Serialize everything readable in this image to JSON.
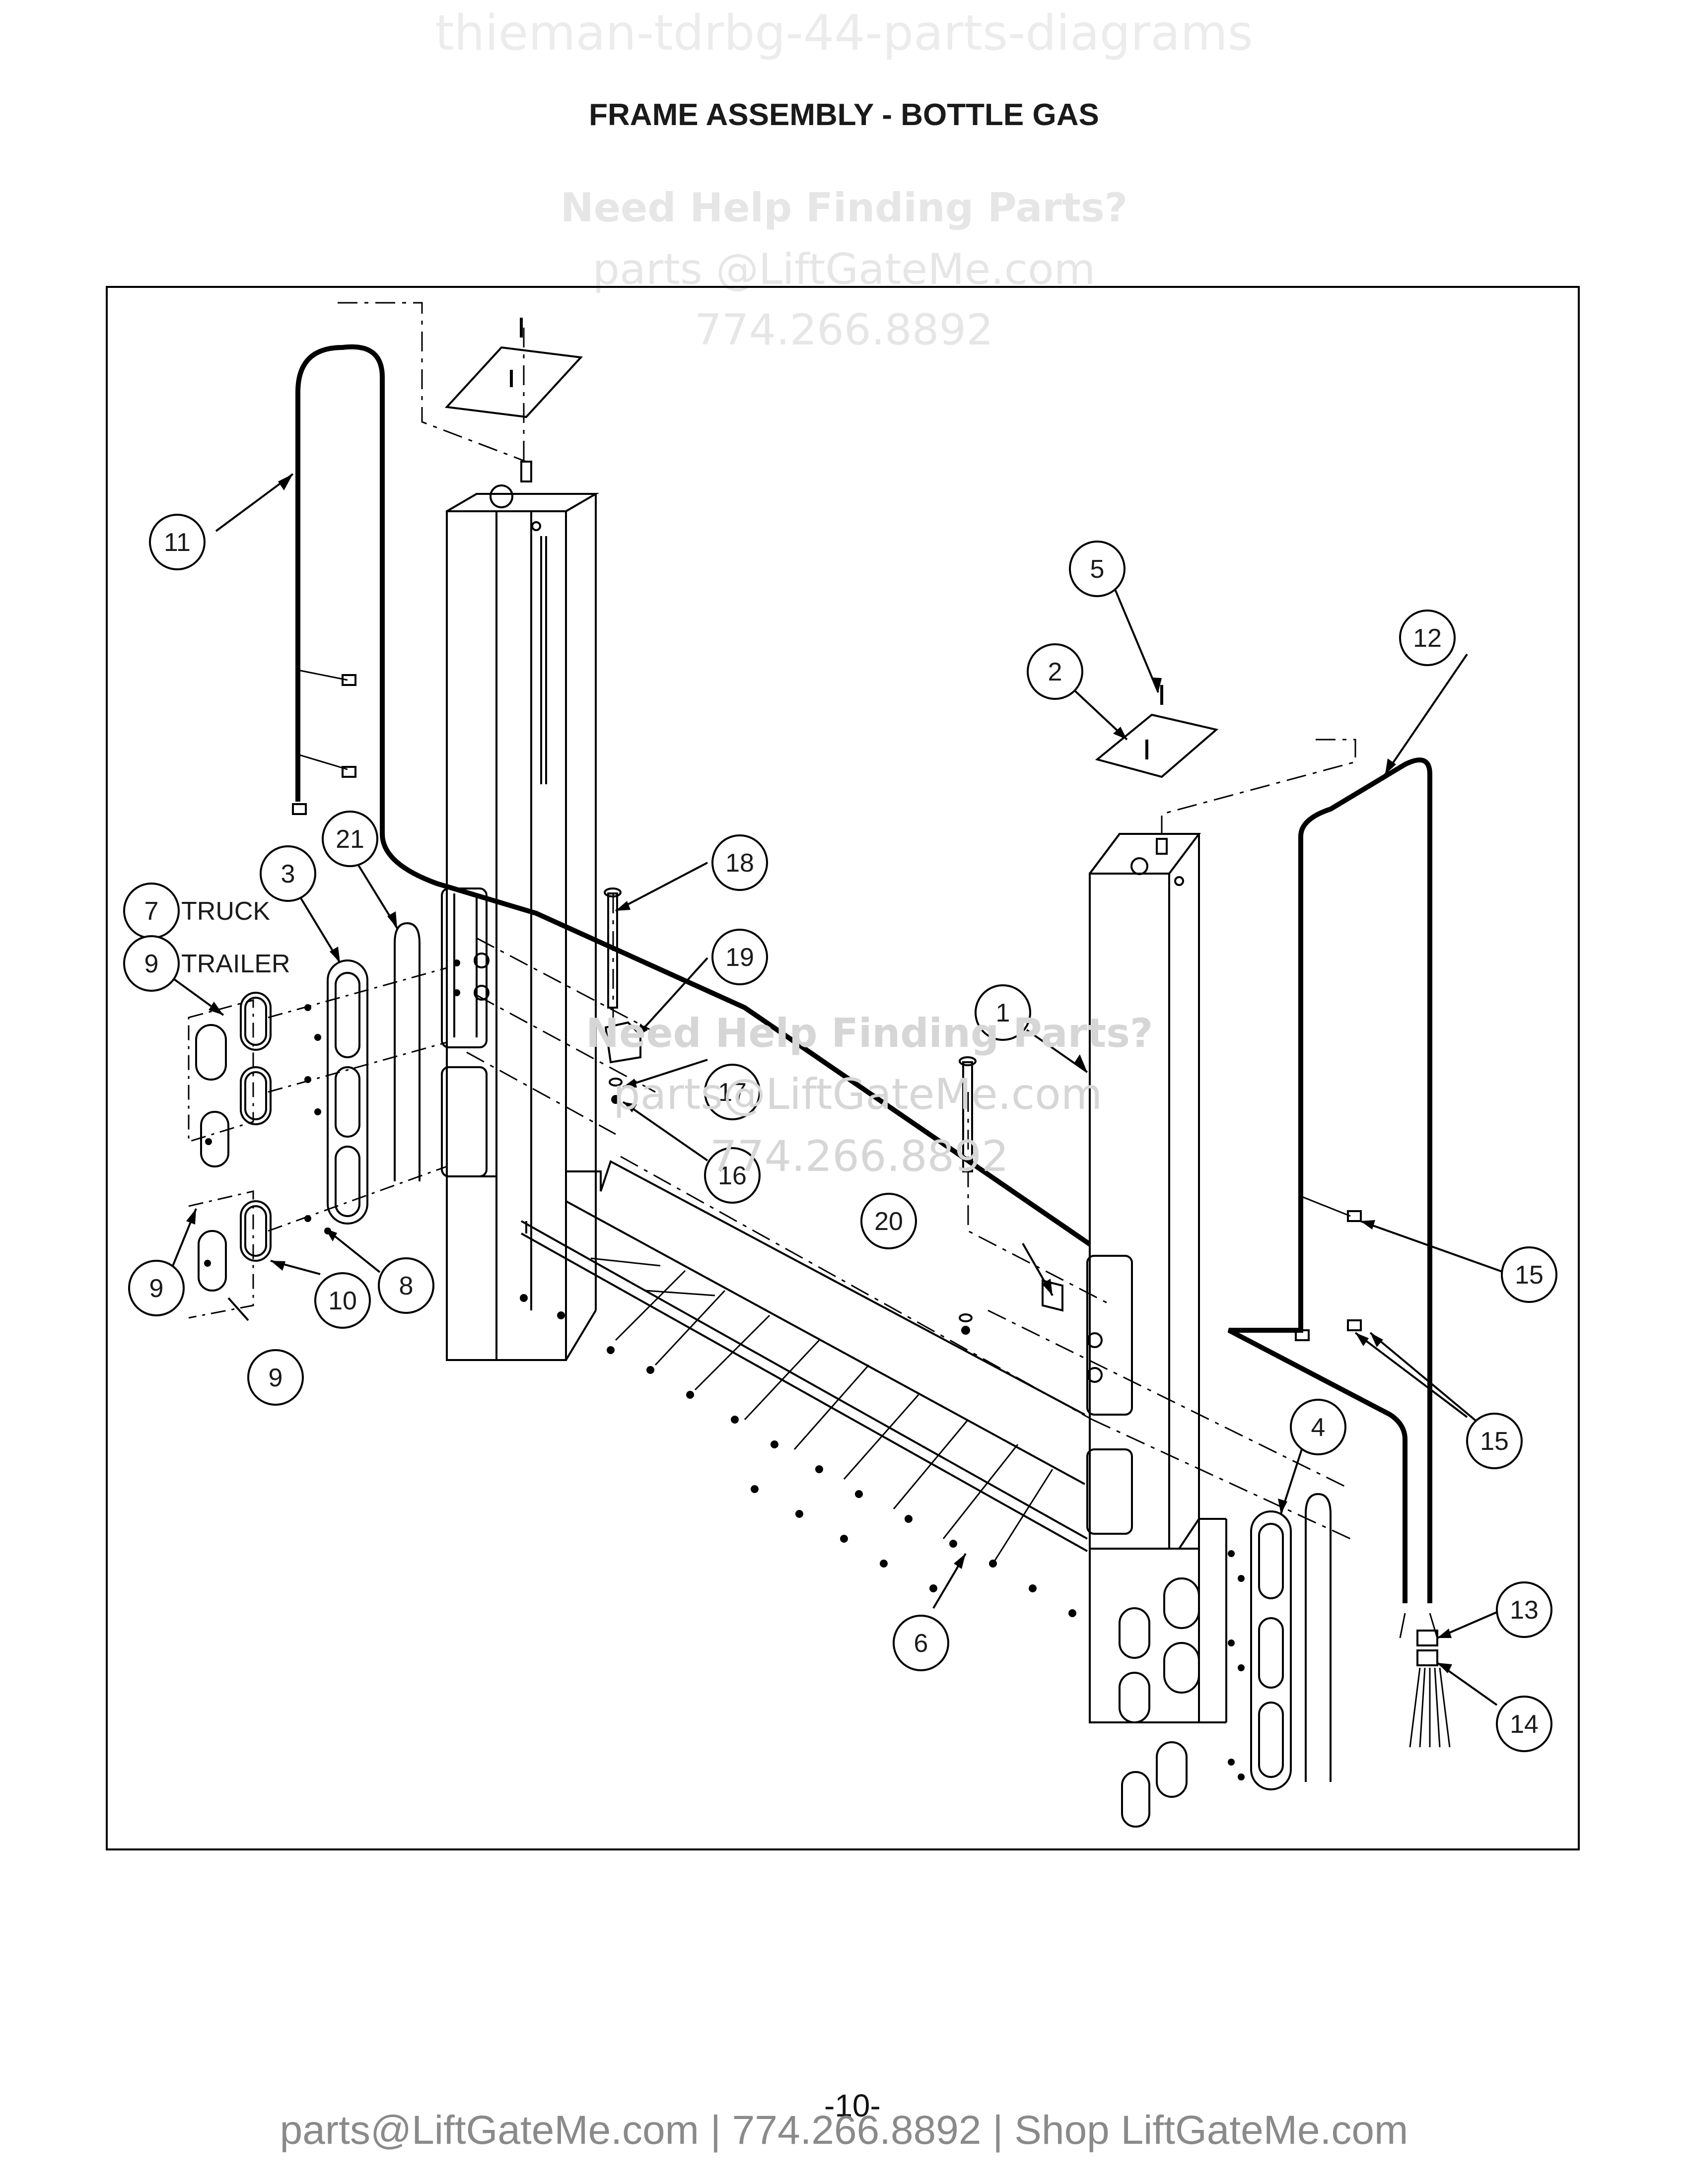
{
  "watermark_top": "thieman-tdrbg-44-parts-diagrams",
  "title": "FRAME ASSEMBLY - BOTTLE GAS",
  "watermark_help": {
    "line1": "Need Help Finding Parts?",
    "line2": "parts @LiftGateMe.com",
    "line3": "774.266.8892"
  },
  "watermark_mid": {
    "line1": "Need Help Finding Parts?",
    "line2": "parts@LiftGateMe.com",
    "line3": "774.266.8892"
  },
  "callouts": {
    "c1": "1",
    "c2": "2",
    "c3": "3",
    "c4": "4",
    "c5": "5",
    "c6": "6",
    "c7": "7",
    "c8": "8",
    "c9a": "9",
    "c9b": "9",
    "c9c": "9",
    "c10": "10",
    "c11": "11",
    "c12": "12",
    "c13": "13",
    "c14": "14",
    "c15a": "15",
    "c15b": "15",
    "c16": "16",
    "c17": "17",
    "c18": "18",
    "c19": "19",
    "c20": "20",
    "c21": "21"
  },
  "labels": {
    "truck": "TRUCK",
    "trailer": "TRAILER"
  },
  "page_number": "-10-",
  "footer": "parts@LiftGateMe.com | 774.266.8892 | Shop LiftGateMe.com"
}
